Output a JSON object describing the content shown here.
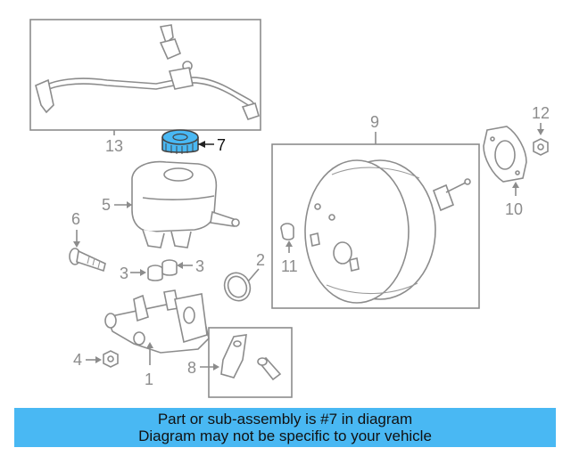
{
  "diagram": {
    "callouts": {
      "c1": "1",
      "c2": "2",
      "c3a": "3",
      "c3b": "3",
      "c4": "4",
      "c5": "5",
      "c6": "6",
      "c7": "7",
      "c8": "8",
      "c9": "9",
      "c10": "10",
      "c11": "11",
      "c12": "12",
      "c13": "13"
    },
    "highlight_part": "7",
    "colors": {
      "line": "#8c8c8c",
      "highlight_fill": "#49b8f3",
      "banner": "#49b8f3"
    }
  },
  "banner": {
    "line1": "Part or sub-assembly is #7 in diagram",
    "line2": "Diagram may not be specific to your vehicle"
  }
}
